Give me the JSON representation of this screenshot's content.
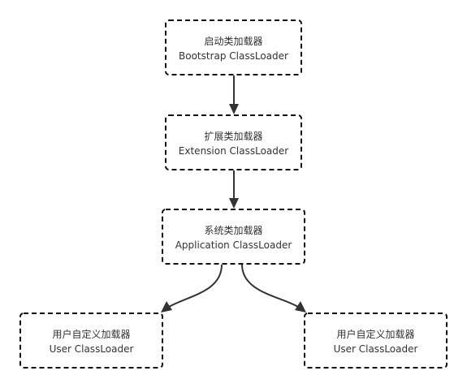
{
  "nodes": [
    {
      "id": "bootstrap",
      "line1": "启动类加载器",
      "line2": "Bootstrap ClassLoader"
    },
    {
      "id": "extension",
      "line1": "扩展类加载器",
      "line2": "Extension ClassLoader"
    },
    {
      "id": "application",
      "line1": "系统类加载器",
      "line2": "Application ClassLoader"
    },
    {
      "id": "user-left",
      "line1": "用户自定义加载器",
      "line2": "User ClassLoader"
    },
    {
      "id": "user-right",
      "line1": "用户自定义加载器",
      "line2": "User ClassLoader"
    }
  ],
  "edges": [
    {
      "from": "bootstrap",
      "to": "extension"
    },
    {
      "from": "extension",
      "to": "application"
    },
    {
      "from": "application",
      "to": "user-left"
    },
    {
      "from": "application",
      "to": "user-right"
    }
  ]
}
